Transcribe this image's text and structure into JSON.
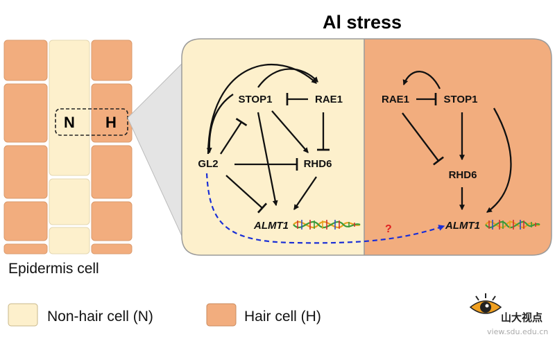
{
  "title": "Al stress",
  "genes": {
    "stop1": "STOP1",
    "rae1": "RAE1",
    "gl2": "GL2",
    "rhd6": "RHD6",
    "almt1": "ALMT1"
  },
  "tissue": {
    "label": "Epidermis cell",
    "non_hair_marker": "N",
    "hair_marker": "H"
  },
  "unknown_link": "?",
  "legend": {
    "non_hair": "Non-hair cell (N)",
    "hair": "Hair cell (H)"
  },
  "logo": {
    "text": "山大视点",
    "url": "view.sdu.edu.cn"
  },
  "colors": {
    "non_hair_fill": "#FDF0CC",
    "hair_fill": "#F2AD7E",
    "dashed_arrow": "#1a2fd6",
    "question": "#e02020"
  }
}
